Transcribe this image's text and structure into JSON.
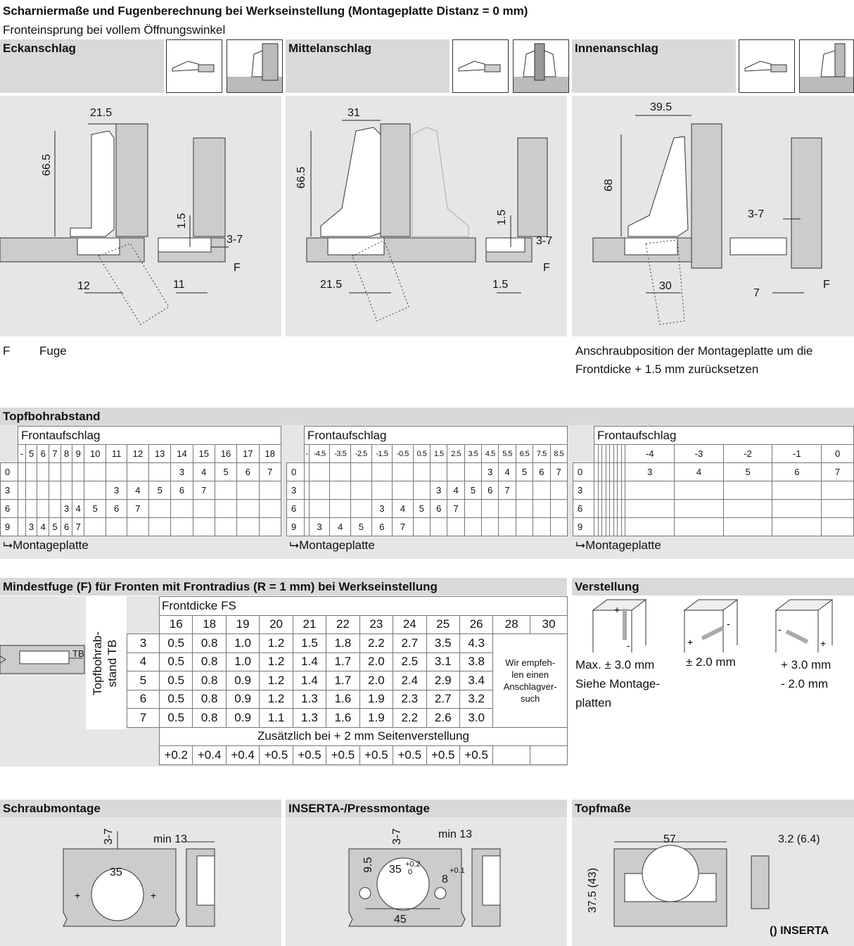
{
  "header": {
    "title": "Scharniermaße und Fugenberechnung bei Werkseinstellung (Montageplatte Distanz = 0 mm)",
    "subtitle": "Fronteinsprung bei vollem Öffnungswinkel"
  },
  "hinges": [
    {
      "label": "Eckanschlag",
      "dims": {
        "width": "21.5",
        "height": "66.5",
        "side": "1.5",
        "gap": "3-7",
        "f": "F",
        "offset": "12",
        "bottom": "11"
      }
    },
    {
      "label": "Mittelanschlag",
      "dims": {
        "width": "31",
        "height": "66.5",
        "side": "1.5",
        "gap": "3-7",
        "f": "F",
        "offset": "21.5",
        "bottom": "1.5"
      }
    },
    {
      "label": "Innenanschlag",
      "dims": {
        "width": "39.5",
        "height": "68",
        "gap": "3-7",
        "f": "F",
        "offset": "30",
        "bottom": "7"
      }
    }
  ],
  "legend": {
    "symbol": "F",
    "text": "Fuge"
  },
  "note": {
    "line1": "Anschraubposition der Montageplatte um die",
    "line2": "Frontdicke + 1.5 mm zurücksetzen"
  },
  "topfbohrabstand": {
    "title": "Topfbohrabstand",
    "frontaufschlag": "Frontaufschlag",
    "montageplatte": "Montageplatte",
    "row_labels": [
      "0",
      "3",
      "6",
      "9"
    ],
    "tables": [
      {
        "columns": [
          "-",
          "5",
          "6",
          "7",
          "8",
          "9",
          "10",
          "11",
          "12",
          "13",
          "14",
          "15",
          "16",
          "17",
          "18"
        ],
        "rows": [
          [
            "",
            "",
            "",
            "",
            "",
            "",
            "",
            "",
            "",
            "",
            "3",
            "4",
            "5",
            "6",
            "7"
          ],
          [
            "",
            "",
            "",
            "",
            "",
            "",
            "",
            "3",
            "4",
            "5",
            "6",
            "7",
            "",
            "",
            ""
          ],
          [
            "",
            "",
            "",
            "",
            "3",
            "4",
            "5",
            "6",
            "7",
            "",
            "",
            "",
            "",
            "",
            ""
          ],
          [
            "",
            "3",
            "4",
            "5",
            "6",
            "7",
            "",
            "",
            "",
            "",
            "",
            "",
            "",
            "",
            ""
          ]
        ]
      },
      {
        "columns": [
          "-",
          "-4.5",
          "-3.5",
          "-2.5",
          "-1.5",
          "-0.5",
          "0.5",
          "1.5",
          "2.5",
          "3.5",
          "4.5",
          "5.5",
          "6.5",
          "7.5",
          "8.5"
        ],
        "rows": [
          [
            "",
            "",
            "",
            "",
            "",
            "",
            "",
            "",
            "",
            "",
            "3",
            "4",
            "5",
            "6",
            "7"
          ],
          [
            "",
            "",
            "",
            "",
            "",
            "",
            "",
            "3",
            "4",
            "5",
            "6",
            "7",
            "",
            "",
            ""
          ],
          [
            "",
            "",
            "",
            "",
            "3",
            "4",
            "5",
            "6",
            "7",
            "",
            "",
            "",
            "",
            "",
            ""
          ],
          [
            "",
            "3",
            "4",
            "5",
            "6",
            "7",
            "",
            "",
            "",
            "",
            "",
            "",
            "",
            "",
            ""
          ]
        ]
      },
      {
        "columns": [
          "",
          "",
          "",
          "",
          "",
          "",
          "",
          "",
          "-4",
          "-3",
          "-2",
          "-1",
          "0"
        ],
        "rows": [
          [
            "",
            "",
            "",
            "",
            "",
            "",
            "",
            "",
            "3",
            "4",
            "5",
            "6",
            "7"
          ],
          [
            "",
            "",
            "",
            "",
            "",
            "",
            "",
            "",
            "",
            "",
            "",
            "",
            ""
          ],
          [
            "",
            "",
            "",
            "",
            "",
            "",
            "",
            "",
            "",
            "",
            "",
            "",
            ""
          ],
          [
            "",
            "",
            "",
            "",
            "",
            "",
            "",
            "",
            "",
            "",
            "",
            "",
            ""
          ]
        ]
      }
    ]
  },
  "mindestfuge": {
    "title": "Mindestfuge (F) für Fronten mit Frontradius (R = 1 mm) bei Werkseinstellung",
    "frontdicke_label": "Frontdicke FS",
    "tb_label": "TB",
    "vertical_label_1": "Topfbohrab-",
    "vertical_label_2": "stand TB",
    "columns": [
      "16",
      "18",
      "19",
      "20",
      "21",
      "22",
      "23",
      "24",
      "25",
      "26",
      "28",
      "30"
    ],
    "rows": [
      {
        "tb": "3",
        "values": [
          "0.5",
          "0.8",
          "1.0",
          "1.2",
          "1.5",
          "1.8",
          "2.2",
          "2.7",
          "3.5",
          "4.3"
        ]
      },
      {
        "tb": "4",
        "values": [
          "0.5",
          "0.8",
          "1.0",
          "1.2",
          "1.4",
          "1.7",
          "2.0",
          "2.5",
          "3.1",
          "3.8"
        ]
      },
      {
        "tb": "5",
        "values": [
          "0.5",
          "0.8",
          "0.9",
          "1.2",
          "1.4",
          "1.7",
          "2.0",
          "2.4",
          "2.9",
          "3.4"
        ]
      },
      {
        "tb": "6",
        "values": [
          "0.5",
          "0.8",
          "0.9",
          "1.2",
          "1.3",
          "1.6",
          "1.9",
          "2.3",
          "2.7",
          "3.2"
        ]
      },
      {
        "tb": "7",
        "values": [
          "0.5",
          "0.8",
          "0.9",
          "1.1",
          "1.3",
          "1.6",
          "1.9",
          "2.2",
          "2.6",
          "3.0"
        ]
      }
    ],
    "recommend": [
      "Wir empfeh-",
      "len einen",
      "Anschlagver-",
      "such"
    ],
    "extra_label": "Zusätzlich bei + 2 mm Seitenverstellung",
    "extra_values": [
      "+0.2",
      "+0.4",
      "+0.4",
      "+0.5",
      "+0.5",
      "+0.5",
      "+0.5",
      "+0.5",
      "+0.5",
      "+0.5",
      "",
      ""
    ]
  },
  "verstellung": {
    "title": "Verstellung",
    "col1": [
      "Max. ± 3.0 mm",
      "Siehe Montage-",
      "platten"
    ],
    "col2": [
      "± 2.0 mm"
    ],
    "col3": [
      "+ 3.0 mm",
      "- 2.0 mm"
    ]
  },
  "schraubmontage": {
    "title": "Schraubmontage",
    "dist": "3-7",
    "min": "min 13",
    "diameter": "35"
  },
  "inserta": {
    "title": "INSERTA-/Pressmontage",
    "dist": "3-7",
    "min": "min 13",
    "diameter": "35",
    "tol_top": "+0.2",
    "tol_bottom": "0",
    "offset": "9.5",
    "hole": "8",
    "hole_tol": "+0.1",
    "spacing": "45"
  },
  "topfmasse": {
    "title": "Topfmaße",
    "width": "57",
    "height": "37.5 (43)",
    "depth": "3.2 (6.4)",
    "note": "() INSERTA"
  }
}
